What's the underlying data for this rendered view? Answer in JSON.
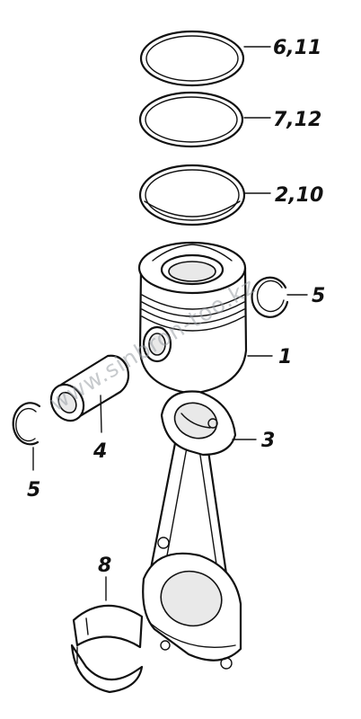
{
  "callouts": {
    "rings_top": "6,11",
    "rings_middle": "7,12",
    "rings_bottom": "2,10",
    "circlip_right": "5",
    "piston": "1",
    "connecting_rod": "3",
    "piston_pin": "4",
    "circlip_left": "5",
    "bearing_shells": "8"
  },
  "watermark": "www.sinbron-too.kz"
}
